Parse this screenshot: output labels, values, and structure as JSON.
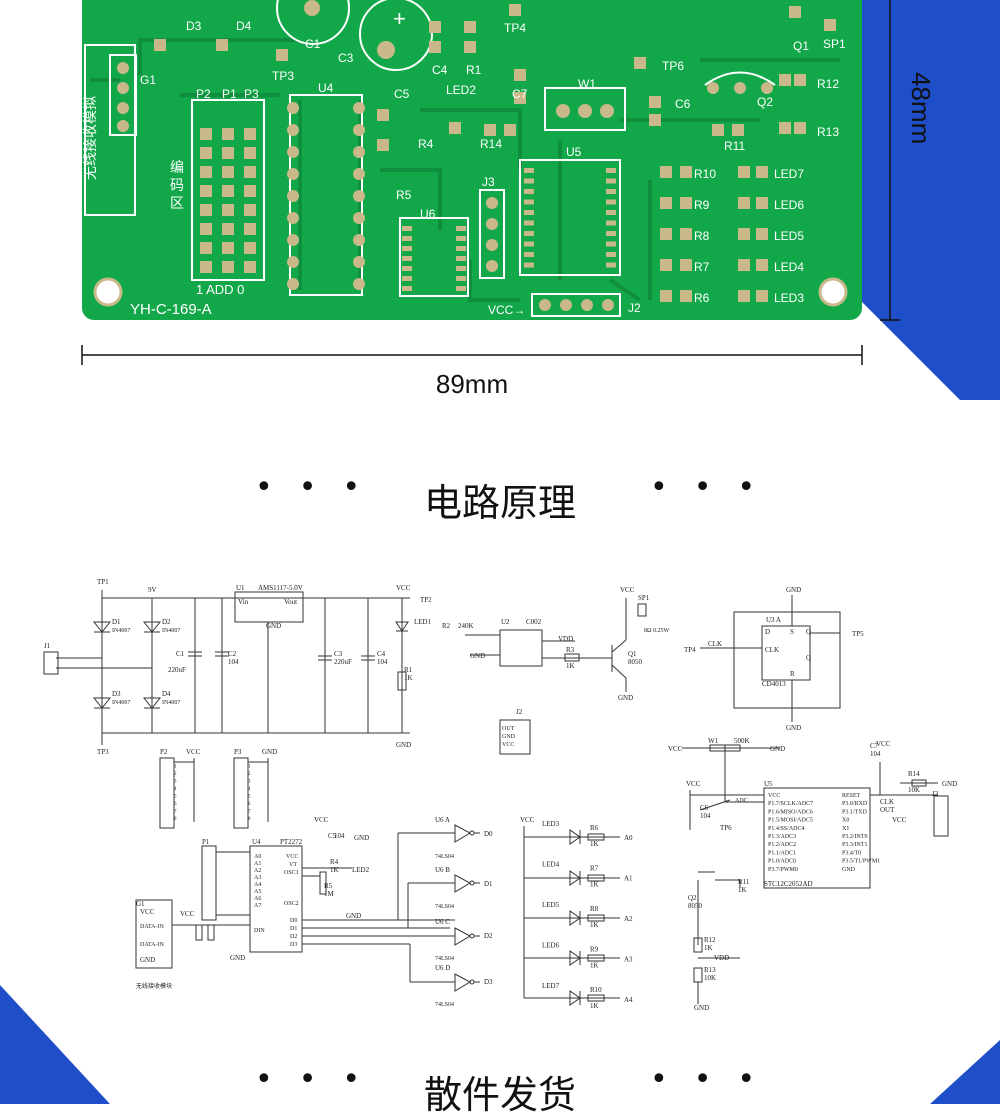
{
  "pcb": {
    "board_label": "YH-C-169-A",
    "module_label": "无线接收模拟",
    "encode_label": "编码区",
    "pin_label_addr": "1 ADD 0",
    "vcc_label": "VCC→",
    "labels": [
      "D3",
      "D4",
      "C1",
      "C3",
      "C4",
      "R1",
      "TP4",
      "TP3",
      "G1",
      "P2",
      "P1",
      "P3",
      "U4",
      "C5",
      "LED2",
      "C7",
      "W1",
      "C6",
      "R4",
      "R14",
      "R5",
      "U5",
      "J3",
      "U6",
      "Q1",
      "SP1",
      "TP6",
      "R12",
      "Q2",
      "R13",
      "R11",
      "R10",
      "R9",
      "R8",
      "R7",
      "R6",
      "LED7",
      "LED6",
      "LED5",
      "LED4",
      "LED3",
      "J2"
    ],
    "width_dim": "89mm",
    "height_dim": "48mm"
  },
  "sections": {
    "schematic_title": "电路原理",
    "shipping_title": "散件发货"
  },
  "schematic": {
    "power": {
      "tp1": "TP1",
      "tp3": "TP3",
      "v9": "9V",
      "j1": "J1",
      "d1": "D1",
      "d1v": "IN4007",
      "d2": "D2",
      "d2v": "IN4007",
      "d3": "D3",
      "d3v": "IN4007",
      "d4": "D4",
      "d4v": "IN4007",
      "c1": "C1",
      "c1v": "220uF",
      "c2": "C2",
      "c2v": "104",
      "u1": "U1",
      "u1v": "AMS1117-5.0V",
      "vin": "Vin",
      "vout": "Vout",
      "gnd": "GND",
      "c3": "C3",
      "c3v": "220uF",
      "c4": "C4",
      "c4v": "104",
      "vcc": "VCC",
      "tp2": "TP2",
      "led1": "LED1",
      "r1": "R1",
      "r1v": "1K",
      "gnd2": "GND"
    },
    "buzzer": {
      "vcc": "VCC",
      "sp1": "SP1",
      "sp1v": "8Ω 0.25W",
      "r2": "R2",
      "r2v": "240K",
      "u2": "U2",
      "u2v": "C002",
      "vdd": "VDD",
      "gnd": "GND",
      "r3": "R3",
      "r3v": "1K",
      "q1": "Q1",
      "q1v": "8050",
      "gnd2": "GND"
    },
    "flipflop": {
      "gnd_top": "GND",
      "u3a": "U3 A",
      "d": "D",
      "s": "S",
      "q": "Q",
      "tp5": "TP5",
      "tp4": "TP4",
      "clk": "CLK",
      "clk_pin": "CLK",
      "r": "R",
      "qn": "Q",
      "chip": "CD4013",
      "gnd_bot": "GND"
    },
    "j2": {
      "name": "J2",
      "rows": [
        "OUT",
        "GND",
        "VCC"
      ]
    },
    "pot": {
      "vcc": "VCC",
      "w1": "W1",
      "w1v": "500K",
      "gnd": "GND"
    },
    "headers": {
      "p2": "P2",
      "vcc": "VCC",
      "p3": "P3",
      "gnd": "GND"
    },
    "decoder": {
      "vcc": "VCC",
      "c5": "C5",
      "c5v": "104",
      "gnd": "GND",
      "p1": "P1",
      "u4": "U4",
      "u4v": "PT2272",
      "r4": "R4",
      "r4v": "1K",
      "led2": "LED2",
      "r5": "R5",
      "r5v": "1M",
      "gnd2": "GND",
      "osc1": "OSC1",
      "osc2": "OSC2",
      "din": "DIN",
      "vt": "VT",
      "vcc_pin": "VCC",
      "pins_left": [
        "A0",
        "A1",
        "A2",
        "A3",
        "A4",
        "A5",
        "A6",
        "A7"
      ],
      "data_pins": [
        "D0",
        "D1",
        "D2",
        "D3"
      ]
    },
    "module": {
      "g1": "G1",
      "vcc": "VCC",
      "data1": "DATA-IN",
      "data2": "DATA-IN",
      "gnd": "GND",
      "caption": "无线接收模块",
      "gnd2": "GND"
    },
    "inverters": {
      "u6a": "U6 A",
      "u6b": "U6 B",
      "u6c": "U6 C",
      "u6d": "U6 D",
      "part": "74LS04",
      "outs": [
        "D0",
        "D1",
        "D2",
        "D3"
      ]
    },
    "leds": {
      "vcc": "VCC",
      "names": [
        "LED3",
        "LED4",
        "LED5",
        "LED6",
        "LED7"
      ],
      "resistors": [
        "R6",
        "R7",
        "R8",
        "R9",
        "R10"
      ],
      "values": [
        "1K",
        "1K",
        "1K",
        "1K",
        "1K"
      ],
      "outs": [
        "A0",
        "A1",
        "A2",
        "A3",
        "A4"
      ]
    },
    "mcu": {
      "u5": "U5",
      "part": "STC12C2052AD",
      "c7": "C7",
      "c7v": "104",
      "vcc": "VCC",
      "r14": "R14",
      "r14v": "10K",
      "gnd": "GND",
      "j3": "J3",
      "c6": "C6",
      "c6v": "104",
      "tp6": "TP6",
      "adc": "ADC",
      "q2": "Q2",
      "q2v": "8050",
      "r11": "R11",
      "r11v": "1K",
      "r12": "R12",
      "r12v": "1K",
      "vdd": "VDD",
      "r13": "R13",
      "r13v": "10K",
      "gnd2": "GND",
      "clk": "CLK",
      "out": "OUT",
      "vcc2": "VCC",
      "left_pins": [
        "VCC",
        "P1.7/SCLK/ADC7",
        "P1.6/MISO/ADC6",
        "P1.5/MOSI/ADC5",
        "P1.4/SS/ADC4",
        "P1.3/ADC3",
        "P1.2/ADC2",
        "P1.1/ADC1",
        "P1.0/ADC0",
        "P3.7/PWM0"
      ],
      "right_pins": [
        "RESET",
        "P3.0/RXD",
        "P3.1/TXD",
        "X0",
        "X1",
        "P3.2/INT0",
        "P3.3/INT1",
        "P3.4/T0",
        "P3.5/T1/PWM1",
        "GND"
      ]
    }
  }
}
